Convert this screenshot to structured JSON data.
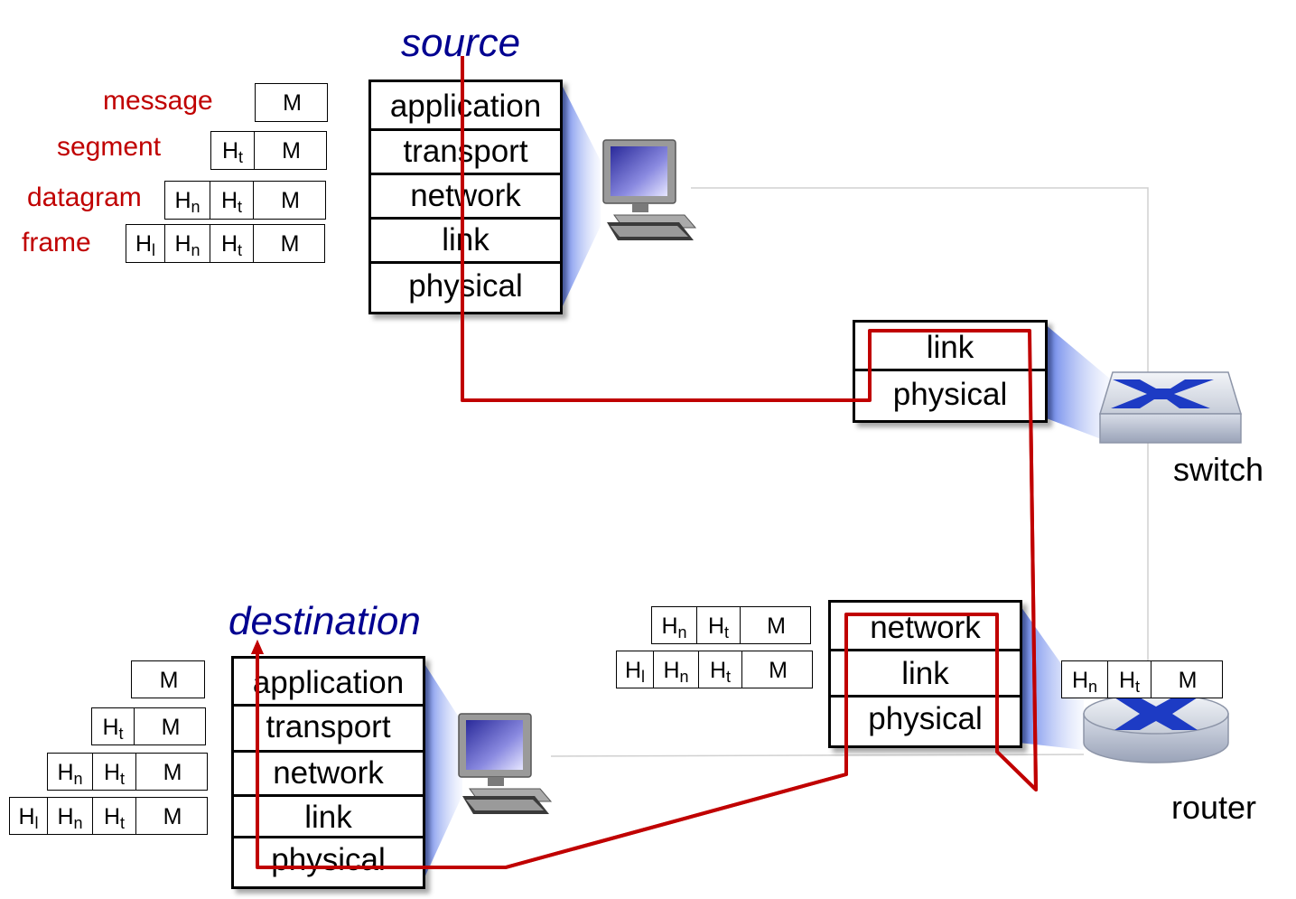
{
  "labels": {
    "source": "source",
    "destination": "destination",
    "switch": "switch",
    "router": "router"
  },
  "encapsulation": {
    "message": "message",
    "segment": "segment",
    "datagram": "datagram",
    "frame": "frame"
  },
  "headers": {
    "transport_H": "H",
    "transport_sub": "t",
    "network_H": "H",
    "network_sub": "n",
    "link_H": "H",
    "link_sub": "l",
    "message": "M"
  },
  "layers": {
    "application": "application",
    "transport": "transport",
    "network": "network",
    "link": "link",
    "physical": "physical"
  },
  "colors": {
    "route": "#c00000",
    "label_red": "#c00000",
    "label_blue": "#000090",
    "stack_glow": "#5577ee"
  },
  "icons": {
    "source_host": "desktop-computer-icon",
    "destination_host": "desktop-computer-icon",
    "switch": "switch-icon",
    "router": "router-icon"
  }
}
